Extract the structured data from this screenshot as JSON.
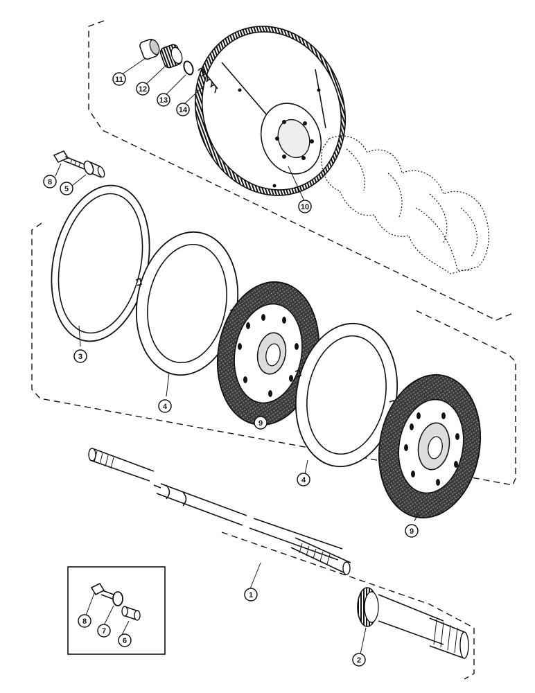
{
  "callouts": [
    {
      "id": "c1",
      "label": "1"
    },
    {
      "id": "c2",
      "label": "2"
    },
    {
      "id": "c3",
      "label": "3"
    },
    {
      "id": "c4a",
      "label": "4"
    },
    {
      "id": "c4b",
      "label": "4"
    },
    {
      "id": "c5",
      "label": "5"
    },
    {
      "id": "c6",
      "label": "6"
    },
    {
      "id": "c7",
      "label": "7"
    },
    {
      "id": "c8a",
      "label": "8"
    },
    {
      "id": "c8b",
      "label": "8"
    },
    {
      "id": "c9a",
      "label": "9"
    },
    {
      "id": "c9b",
      "label": "9"
    },
    {
      "id": "c10",
      "label": "10"
    },
    {
      "id": "c11",
      "label": "11"
    },
    {
      "id": "c12",
      "label": "12"
    },
    {
      "id": "c13",
      "label": "13"
    },
    {
      "id": "c14",
      "label": "14"
    }
  ]
}
